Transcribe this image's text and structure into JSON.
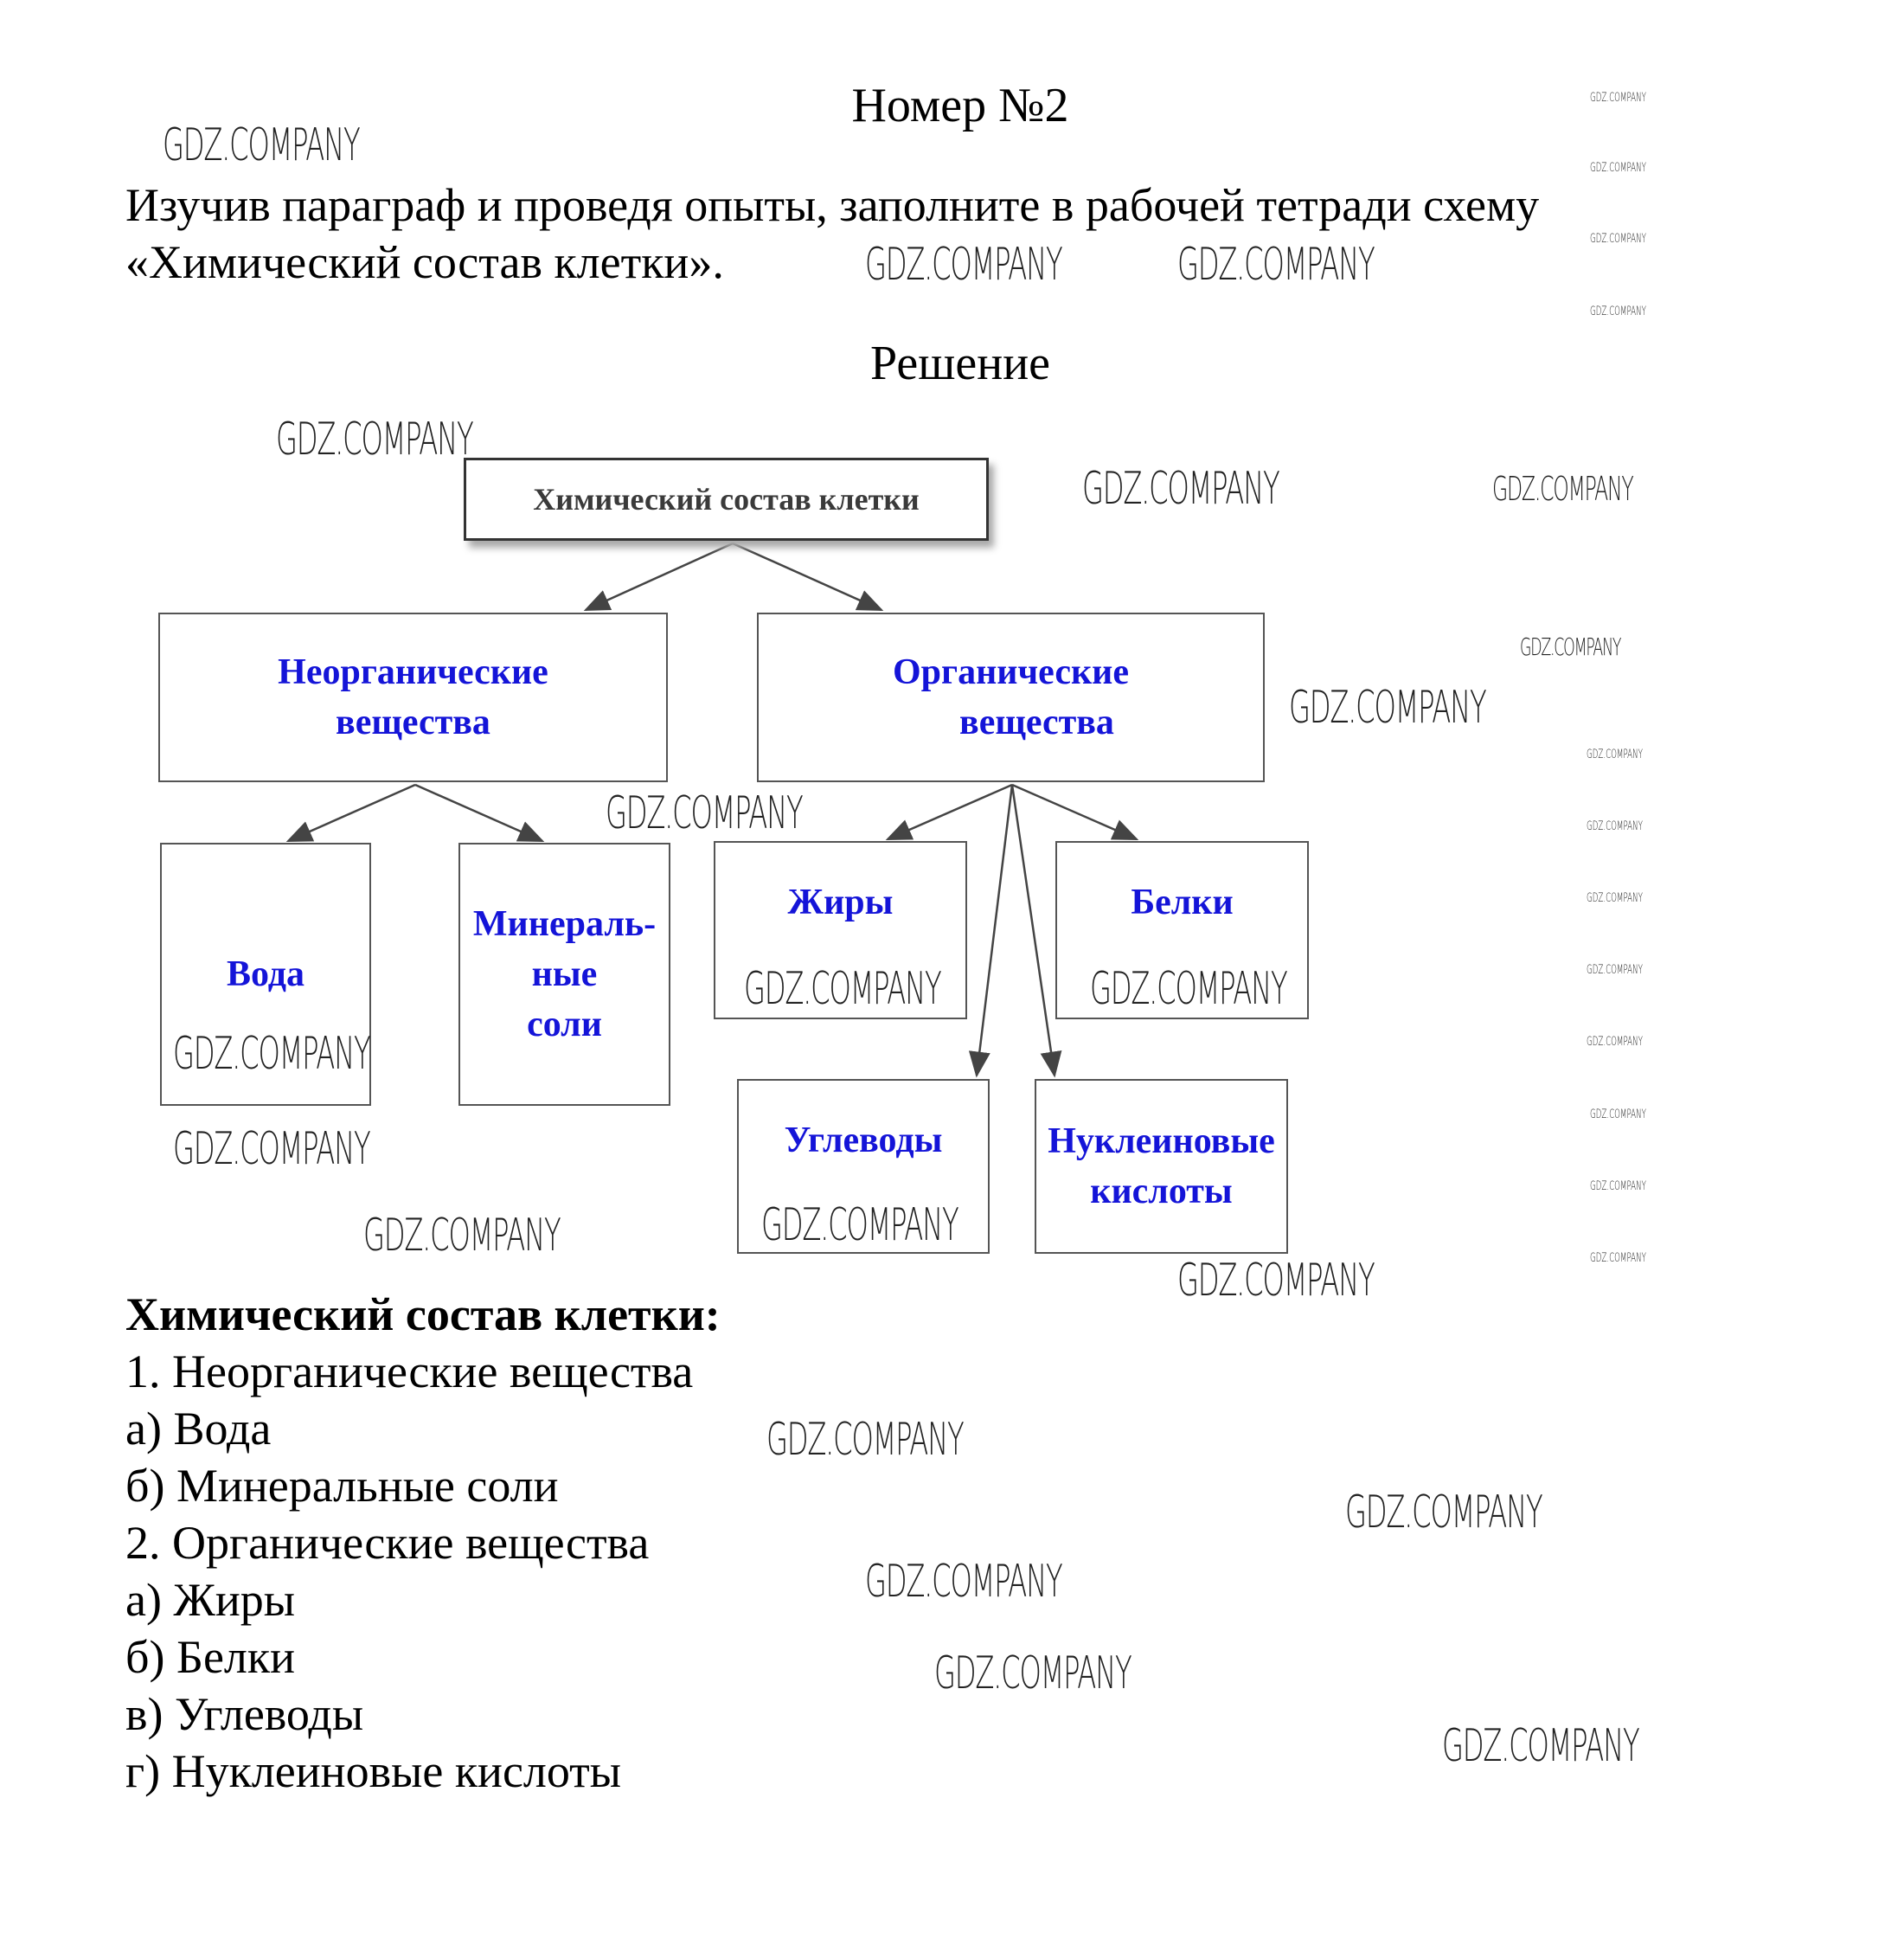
{
  "header": {
    "title": "Номер №2"
  },
  "task": {
    "line1": "Изучив параграф и проведя опыты, заполните в рабочей тетради схему",
    "line2": "«Химический состав клетки»."
  },
  "solution_label": "Решение",
  "diagram": {
    "root": "Химический состав клетки",
    "inorganic": {
      "line1": "Неорганические",
      "line2": "вещества"
    },
    "organic": {
      "line1": "Органические",
      "line2": "вещества"
    },
    "water": "Вода",
    "salts": {
      "line1": "Минераль-",
      "line2": "ные",
      "line3": "соли"
    },
    "fats": "Жиры",
    "proteins": "Белки",
    "carbs": "Углеводы",
    "nucleic": {
      "line1": "Нуклеиновые",
      "line2": "кислоты"
    }
  },
  "summary": {
    "heading": "Химический состав клетки:",
    "items": [
      "1. Неорганические вещества",
      "а) Вода",
      "б) Минеральные соли",
      "2. Органические вещества",
      "а) Жиры",
      "б) Белки",
      "в) Углеводы",
      "г) Нуклеиновые кислоты"
    ]
  },
  "watermark": {
    "text": "GDZ.COMPANY"
  },
  "colors": {
    "accent_blue": "#1414d8"
  }
}
